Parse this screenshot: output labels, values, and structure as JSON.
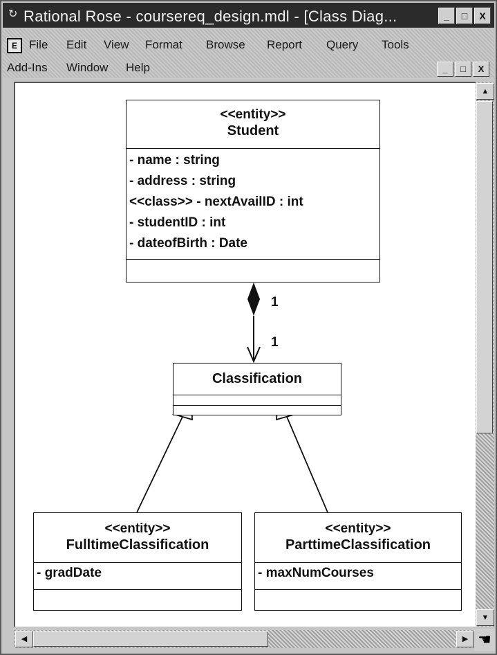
{
  "window": {
    "title": "Rational Rose - coursereq_design.mdl - [Class Diag...",
    "controls": {
      "minimize": "_",
      "maximize": "□",
      "close": "X"
    }
  },
  "menubar": {
    "items": [
      "File",
      "Edit",
      "View",
      "Format",
      "Browse",
      "Report",
      "Query",
      "Tools",
      "Add-Ins",
      "Window",
      "Help"
    ]
  },
  "diagram": {
    "classes": {
      "student": {
        "stereotype": "<<entity>>",
        "name": "Student",
        "attributes": [
          "- name : string",
          "- address : string",
          "<<class>> - nextAvailID : int",
          "- studentID : int",
          "- dateofBirth : Date"
        ]
      },
      "classification": {
        "name": "Classification"
      },
      "fulltime": {
        "stereotype": "<<entity>>",
        "name": "FulltimeClassification",
        "attributes": [
          "- gradDate"
        ]
      },
      "parttime": {
        "stereotype": "<<entity>>",
        "name": "ParttimeClassification",
        "attributes": [
          "- maxNumCourses"
        ]
      }
    },
    "association": {
      "source_multiplicity": "1",
      "target_multiplicity": "1"
    }
  },
  "scrollbar": {
    "up": "▲",
    "down": "▼",
    "left": "◀",
    "right": "▶"
  }
}
